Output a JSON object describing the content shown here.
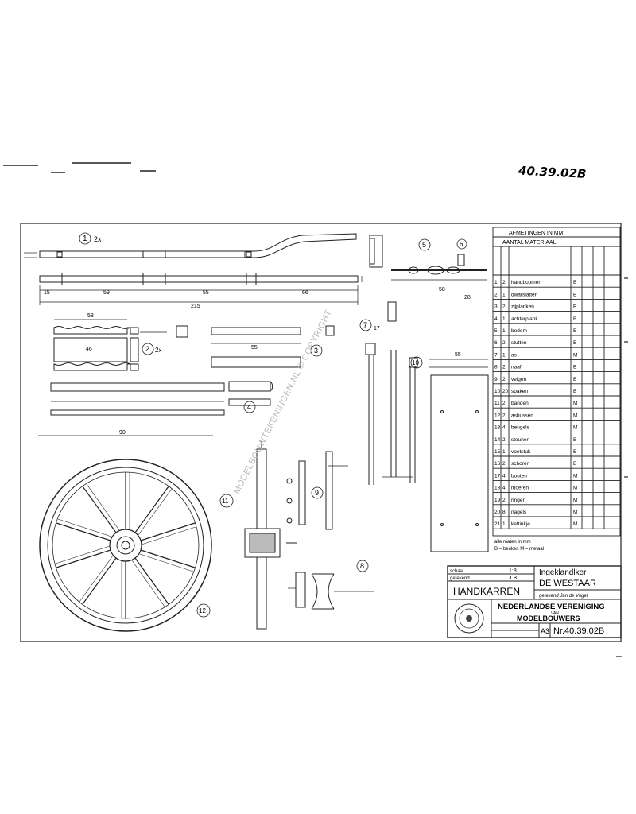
{
  "drawing_number_handwritten": "40.39.02B",
  "watermark": "MODELBOUWTEKENINGEN.NL © COPYRIGHT",
  "parts_list": {
    "header_line_1": "AFMETINGEN IN MM",
    "header_line_2": "AANTAL    MATERIAAL",
    "rows": [
      {
        "num": "1",
        "qty": "2",
        "name": "handboomen",
        "mat": "B"
      },
      {
        "num": "2",
        "qty": "1",
        "name": "dwarslatten",
        "mat": "B"
      },
      {
        "num": "3",
        "qty": "2",
        "name": "zijplanken",
        "mat": "B"
      },
      {
        "num": "4",
        "qty": "1",
        "name": "achterplank",
        "mat": "B"
      },
      {
        "num": "5",
        "qty": "1",
        "name": "bodem",
        "mat": "B"
      },
      {
        "num": "6",
        "qty": "2",
        "name": "stutten",
        "mat": "B"
      },
      {
        "num": "7",
        "qty": "1",
        "name": "as",
        "mat": "M"
      },
      {
        "num": "8",
        "qty": "2",
        "name": "naaf",
        "mat": "B"
      },
      {
        "num": "9",
        "qty": "2",
        "name": "velgen",
        "mat": "B"
      },
      {
        "num": "10",
        "qty": "20",
        "name": "spaken",
        "mat": "B"
      },
      {
        "num": "11",
        "qty": "2",
        "name": "banden",
        "mat": "M"
      },
      {
        "num": "12",
        "qty": "2",
        "name": "asbussen",
        "mat": "M"
      },
      {
        "num": "13",
        "qty": "4",
        "name": "beugels",
        "mat": "M"
      },
      {
        "num": "14",
        "qty": "2",
        "name": "steunen",
        "mat": "B"
      },
      {
        "num": "15",
        "qty": "1",
        "name": "voetstuk",
        "mat": "B"
      },
      {
        "num": "16",
        "qty": "2",
        "name": "schoren",
        "mat": "B"
      },
      {
        "num": "17",
        "qty": "4",
        "name": "bouten",
        "mat": "M"
      },
      {
        "num": "18",
        "qty": "4",
        "name": "moeren",
        "mat": "M"
      },
      {
        "num": "19",
        "qty": "2",
        "name": "ringen",
        "mat": "M"
      },
      {
        "num": "20",
        "qty": "8",
        "name": "nagels",
        "mat": "M"
      },
      {
        "num": "21",
        "qty": "1",
        "name": "kettinkje",
        "mat": "M"
      }
    ],
    "footnote_line_1": "alle maten in mm",
    "footnote_line_2": "B = beuken  M = metaal"
  },
  "title_block": {
    "scale_label": "schaal",
    "scale_value": "1:8",
    "designer_label": "getekend",
    "designer_value": "J.B.",
    "title": "HANDKARREN",
    "subtitle_top": "Ingeklandlker",
    "subtitle_main": "DE WESTAAR",
    "subtitle_by": "getekend  Jan de Vogel",
    "society_line_1": "NEDERLANDSE VERENIGING",
    "society_line_2": "VAN",
    "society_line_3": "MODELBOUWERS",
    "sheet_size": "A3",
    "drawing_number": "Nr.40.39.02B"
  },
  "callouts": {
    "c1": "1",
    "c1x": "2x",
    "c2": "2",
    "c2x": "2x",
    "c3": "3",
    "c4": "4",
    "c5": "5",
    "c6": "6",
    "c7": "7",
    "c8": "8",
    "c9": "9",
    "c10": "10",
    "c11": "11",
    "c12": "12"
  },
  "dimensions": {
    "d_top_total": "215",
    "d_top_a": "15",
    "d_top_b": "59",
    "d_top_c": "55",
    "d_top_d": "66",
    "d_board_len": "58",
    "d_board_inner": "46",
    "d_plank": "55",
    "d_axle": "58",
    "d_wheel": "90",
    "d_side": "55",
    "d_post": "28",
    "d_small": "17"
  }
}
